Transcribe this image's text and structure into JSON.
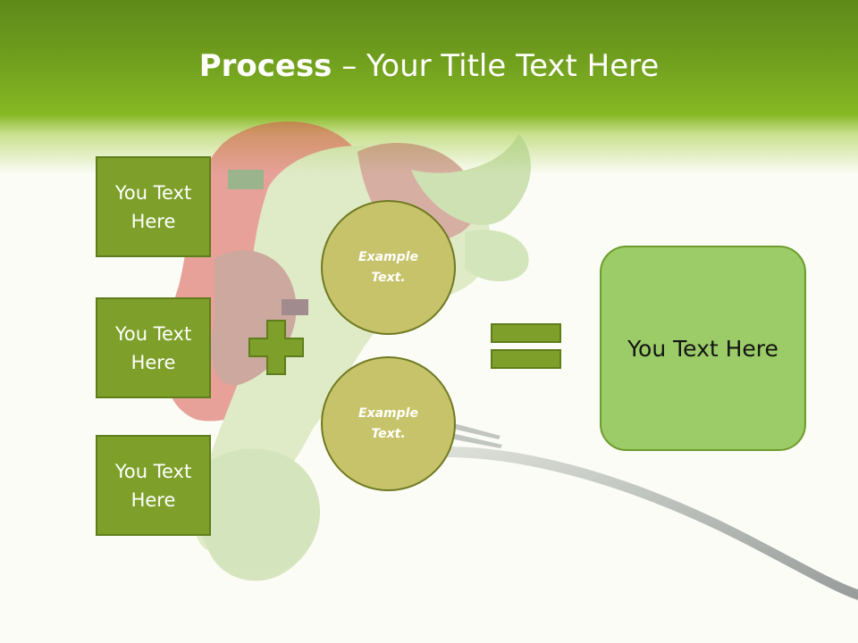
{
  "title": {
    "bold": "Process",
    "rest": " – Your Title Text Here"
  },
  "left_boxes": [
    {
      "label": "You Text Here"
    },
    {
      "label": "You Text Here"
    },
    {
      "label": "You Text Here"
    }
  ],
  "circles": [
    {
      "label": "Example Text."
    },
    {
      "label": "Example Text."
    }
  ],
  "result_box": {
    "label": "You Text Here"
  },
  "operators": {
    "plus": "plus-icon",
    "equals": "equals-icon"
  },
  "colors": {
    "header_green": "#6e9c1d",
    "box_green": "#7ea02a",
    "circle_olive": "#c7c36a",
    "result_green": "#9bcc67"
  }
}
